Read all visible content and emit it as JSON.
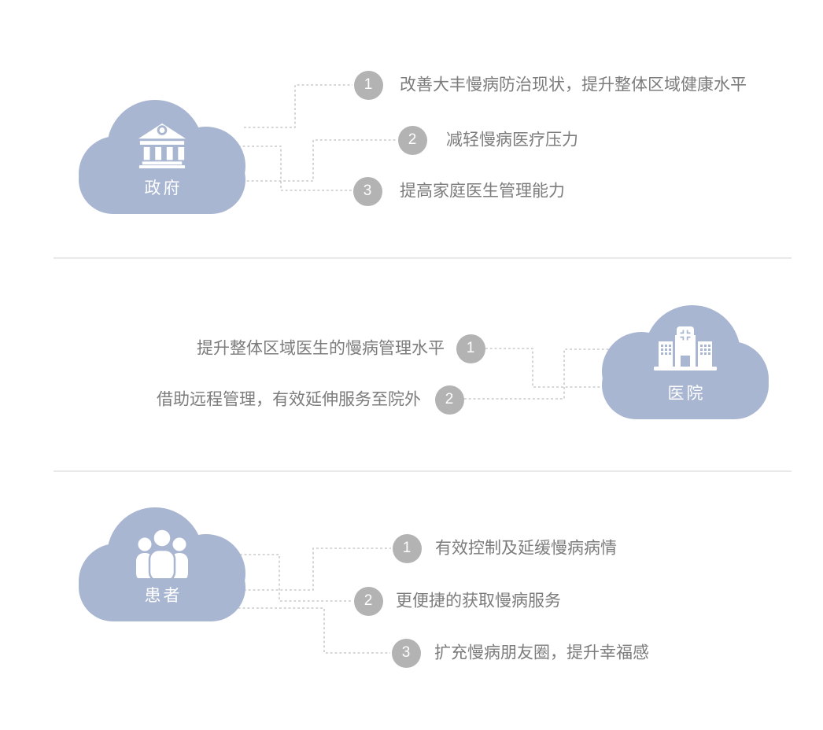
{
  "colors": {
    "cloud": "#a9b6d2",
    "badge": "#b3b3b3",
    "itemtext": "#7c7c7c",
    "dash": "#c9c9c9",
    "divider": "#e9e9e9",
    "cloudlabel": "#ffffff"
  },
  "sections": [
    {
      "entity": "政府",
      "icon": "government-building-icon",
      "items": [
        {
          "num": "1",
          "text": "改善大丰慢病防治现状，提升整体区域健康水平"
        },
        {
          "num": "2",
          "text": "减轻慢病医疗压力"
        },
        {
          "num": "3",
          "text": "提高家庭医生管理能力"
        }
      ]
    },
    {
      "entity": "医院",
      "icon": "hospital-icon",
      "items": [
        {
          "num": "1",
          "text": "提升整体区域医生的慢病管理水平"
        },
        {
          "num": "2",
          "text": "借助远程管理，有效延伸服务至院外"
        }
      ]
    },
    {
      "entity": "患者",
      "icon": "people-group-icon",
      "items": [
        {
          "num": "1",
          "text": "有效控制及延缓慢病病情"
        },
        {
          "num": "2",
          "text": "更便捷的获取慢病服务"
        },
        {
          "num": "3",
          "text": "扩充慢病朋友圈，提升幸福感"
        }
      ]
    }
  ]
}
